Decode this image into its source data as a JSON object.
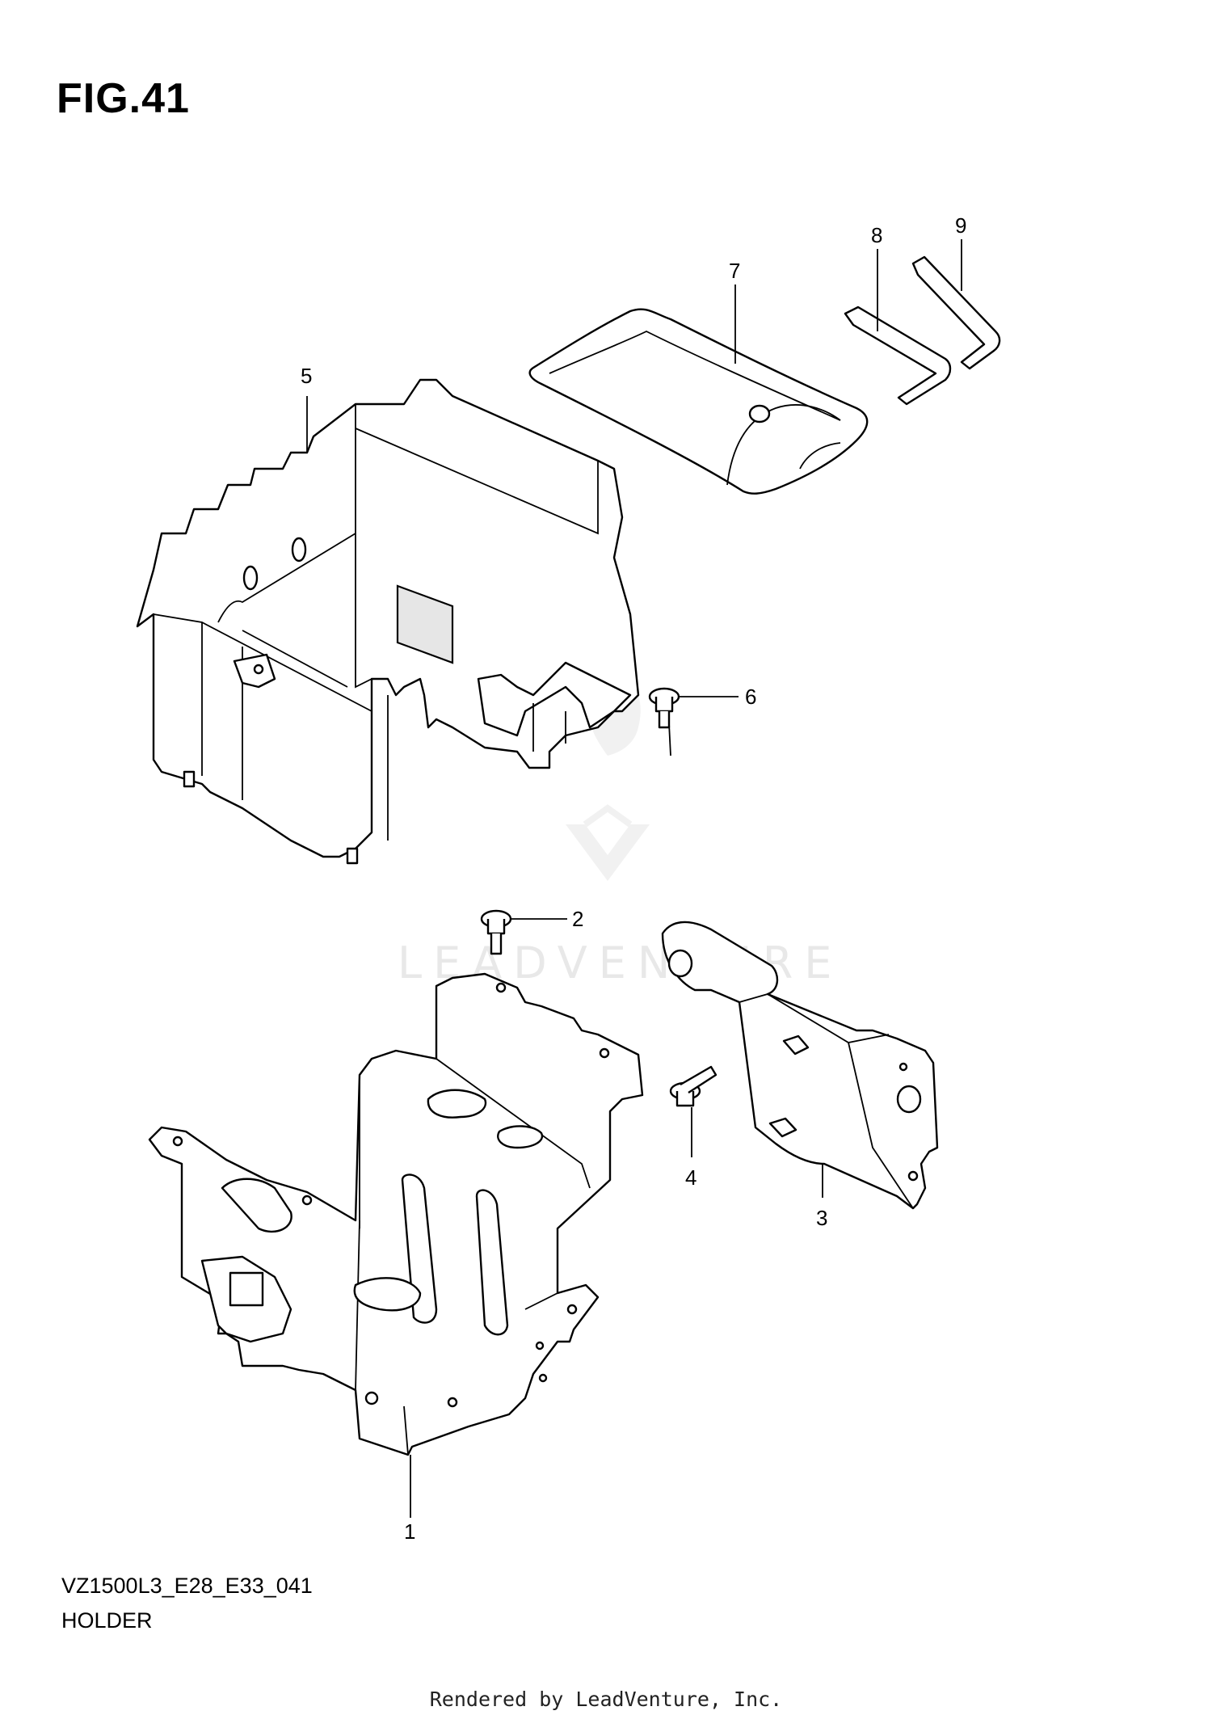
{
  "figure": {
    "title": "FIG.41",
    "code": "VZ1500L3_E28_E33_041",
    "name": "HOLDER"
  },
  "footer": {
    "rendered_by": "Rendered by LeadVenture, Inc."
  },
  "watermark": {
    "text": "LEADVENTURE"
  },
  "callouts": [
    {
      "id": "1",
      "label": "1"
    },
    {
      "id": "2",
      "label": "2"
    },
    {
      "id": "3",
      "label": "3"
    },
    {
      "id": "4",
      "label": "4"
    },
    {
      "id": "5",
      "label": "5"
    },
    {
      "id": "6",
      "label": "6"
    },
    {
      "id": "7",
      "label": "7"
    },
    {
      "id": "8",
      "label": "8"
    },
    {
      "id": "9",
      "label": "9"
    }
  ]
}
